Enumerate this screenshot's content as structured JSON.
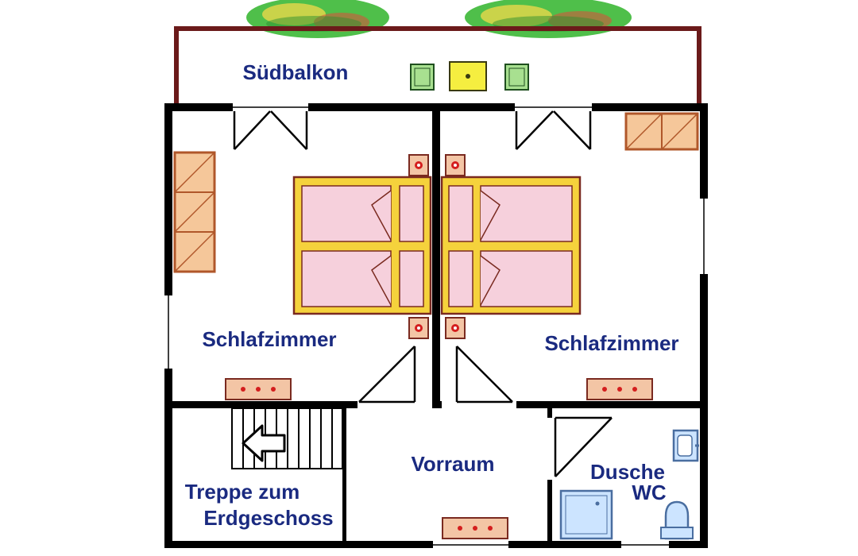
{
  "rooms": {
    "balcony": "Südbalkon",
    "bedroom_left": "Schlafzimmer",
    "bedroom_right": "Schlafzimmer",
    "hall": "Vorraum",
    "stairs_line1": "Treppe zum",
    "stairs_line2": "Erdgeschoss",
    "bath_line1": "Dusche",
    "bath_line2": "WC"
  },
  "colors": {
    "wall": "#000000",
    "balcony_wall": "#6b1a1a",
    "wardrobe": "#f5c79a",
    "wardrobe_border": "#b0572a",
    "bed_frame": "#f5d23c",
    "bed_mattress": "#f6d0dc",
    "bed_border": "#7a2a20",
    "radiator": "#f3c5a5",
    "radiator_dot": "#d41e1e",
    "chair": "#a8e090",
    "table": "#f5ee40",
    "bath_fixture": "#cce4ff",
    "bath_fixture_border": "#4a6ea0",
    "label": "#1a2a80"
  }
}
